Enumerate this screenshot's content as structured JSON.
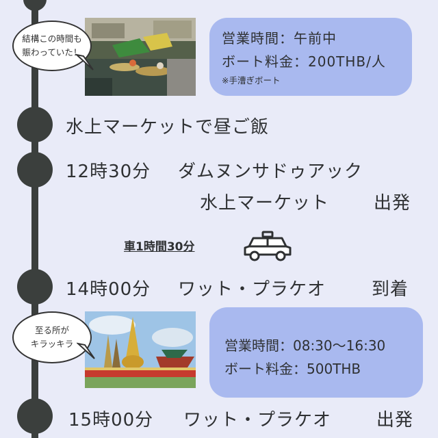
{
  "bubble1": {
    "line1": "結構この時間も",
    "line2": "賑わっていた！"
  },
  "info1": {
    "hours": "営業時間：午前中",
    "fee": "ボート料金：200THB/人",
    "note": "※手漕ぎボート"
  },
  "step_lunch": "水上マーケットで昼ご飯",
  "step_depart": {
    "time": "12時30分",
    "place_line1": "ダムヌンサドゥアック",
    "place_line2": "水上マーケット",
    "action": "出発"
  },
  "transport": {
    "label": "車1時間30分",
    "icon": "car-icon"
  },
  "step_arrive": {
    "time": "14時00分",
    "place": "ワット・プラケオ",
    "action": "到着"
  },
  "bubble2": {
    "line1": "至る所が",
    "line2": "キラッキラ"
  },
  "info2": {
    "hours": "営業時間：08:30〜16:30",
    "fee": "ボート料金：500THB"
  },
  "step_depart2": {
    "time": "15時00分",
    "place": "ワット・プラケオ",
    "action": "出発"
  },
  "colors": {
    "background": "#e9ebf8",
    "timeline": "#3b3f3d",
    "info_box": "#a9b9ef"
  }
}
